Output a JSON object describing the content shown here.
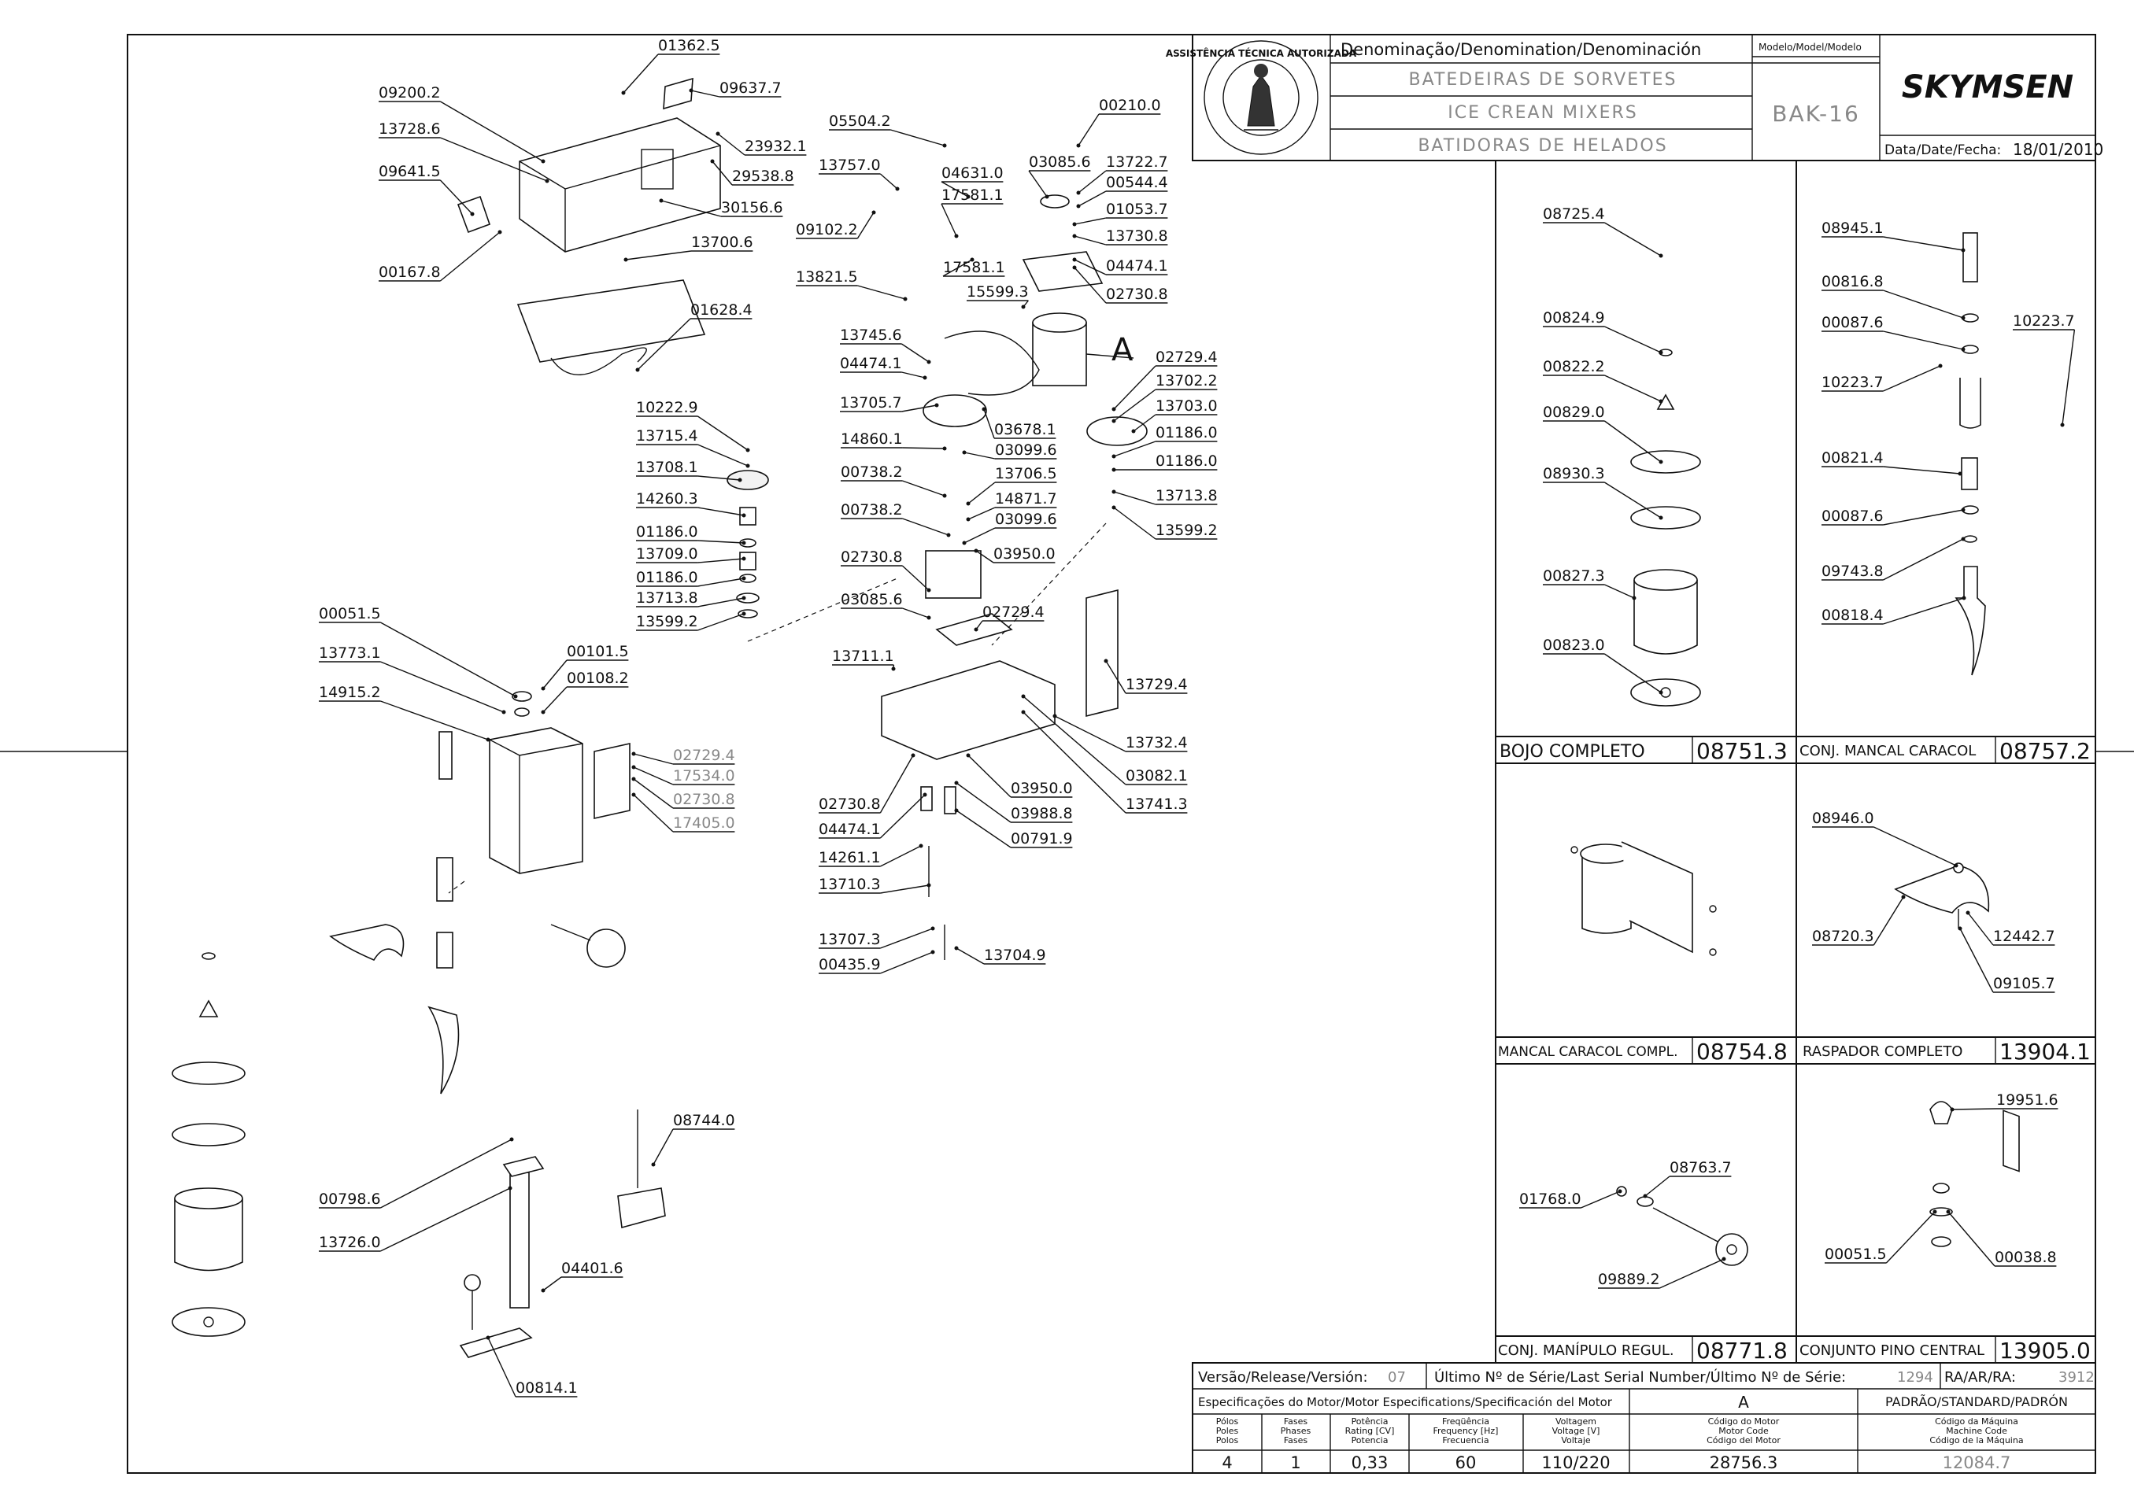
{
  "title_block": {
    "denomination_header": "Denominação/Denomination/Denominación",
    "model_header": "Modelo/Model/Modelo",
    "names": [
      "BATEDEIRAS DE SORVETES",
      "ICE CREAN MIXERS",
      "BATIDORAS DE HELADOS"
    ],
    "model": "BAK-16",
    "brand": "SKYMSEN",
    "date_label": "Data/Date/Fecha:",
    "date": "18/01/2010",
    "seal_text": "ASSISTÊNCIA TÉCNICA AUTORIZADA"
  },
  "callout_a": "A",
  "part_labels": [
    "01362.5",
    "09200.2",
    "09637.7",
    "13728.6",
    "23932.1",
    "29538.8",
    "09641.5",
    "30156.6",
    "00167.8",
    "13700.6",
    "01628.4",
    "05504.2",
    "13757.0",
    "04631.0",
    "17581.1",
    "09102.2",
    "17581.1",
    "13821.5",
    "15599.3",
    "13745.6",
    "04474.1",
    "13705.7",
    "03678.1",
    "00210.0",
    "03085.6",
    "13722.7",
    "00544.4",
    "01053.7",
    "13730.8",
    "04474.1",
    "02730.8",
    "02729.4",
    "13702.2",
    "13703.0",
    "01186.0",
    "01186.0",
    "13713.8",
    "13599.2",
    "10222.9",
    "13715.4",
    "13708.1",
    "14260.3",
    "01186.0",
    "13709.0",
    "01186.0",
    "13713.8",
    "13599.2",
    "14860.1",
    "03099.6",
    "00738.2",
    "13706.5",
    "00738.2",
    "14871.7",
    "03099.6",
    "03950.0",
    "02730.8",
    "03085.6",
    "02729.4",
    "13711.1",
    "13729.4",
    "13732.4",
    "03082.1",
    "13741.3",
    "02730.8",
    "03950.0",
    "03988.8",
    "04474.1",
    "00791.9",
    "14261.1",
    "13710.3",
    "13707.3",
    "00435.9",
    "13704.9",
    "00051.5",
    "00101.5",
    "13773.1",
    "00108.2",
    "14915.2",
    "08744.0",
    "00798.6",
    "13726.0",
    "04401.6",
    "00814.1"
  ],
  "gray_labels": [
    "02729.4",
    "17534.0",
    "02730.8",
    "17405.0"
  ],
  "subassemblies": {
    "bojo": {
      "name": "BOJO COMPLETO",
      "code": "08751.3",
      "labels": [
        "08725.4",
        "00824.9",
        "00822.2",
        "00829.0",
        "08930.3",
        "00827.3",
        "00823.0"
      ]
    },
    "mancal": {
      "name": "CONJ. MANCAL CARACOL",
      "code": "08757.2",
      "labels": [
        "08945.1",
        "00816.8",
        "00087.6",
        "10223.7",
        "10223.7",
        "00821.4",
        "00087.6",
        "09743.8",
        "00818.4"
      ]
    },
    "mancal_compl": {
      "name": "MANCAL CARACOL COMPL.",
      "code": "08754.8"
    },
    "raspador": {
      "name": "RASPADOR COMPLETO",
      "code": "13904.1",
      "labels": [
        "08946.0",
        "08720.3",
        "12442.7",
        "09105.7"
      ]
    },
    "manipulo": {
      "name": "CONJ. MANÍPULO REGUL.",
      "code": "08771.8",
      "labels": [
        "08763.7",
        "01768.0",
        "09889.2"
      ]
    },
    "pino": {
      "name": "CONJUNTO PINO CENTRAL",
      "code": "13905.0",
      "labels": [
        "19951.6",
        "00051.5",
        "00038.8"
      ]
    }
  },
  "release": {
    "label": "Versão/Release/Versión:",
    "value": "07",
    "serial_label": "Último Nº de Série/Last Serial Number/Último Nº de Série:",
    "serial": "1294",
    "ra_label": "RA/AR/RA:",
    "ra": "3912"
  },
  "motor": {
    "spec_header": "Especificações do Motor/Motor Especifications/Specificación del Motor",
    "col_a": "A",
    "standard": "PADRÃO/STANDARD/PADRÓN",
    "columns": [
      {
        "h1": "Pólos",
        "h2": "Poles",
        "h3": "Polos",
        "value": "4"
      },
      {
        "h1": "Fases",
        "h2": "Phases",
        "h3": "Fases",
        "value": "1"
      },
      {
        "h1": "Potência",
        "h2": "Rating [CV]",
        "h3": "Potencia",
        "value": "0,33"
      },
      {
        "h1": "Freqüência",
        "h2": "Frequency [Hz]",
        "h3": "Frecuencia",
        "value": "60"
      },
      {
        "h1": "Voltagem",
        "h2": "Voltage [V]",
        "h3": "Voltaje",
        "value": "110/220"
      },
      {
        "h1": "Código do Motor",
        "h2": "Motor Code",
        "h3": "Código del Motor",
        "value": "28756.3"
      },
      {
        "h1": "Código da Máquina",
        "h2": "Machine Code",
        "h3": "Código de la Máquina",
        "value": "12084.7"
      }
    ]
  }
}
